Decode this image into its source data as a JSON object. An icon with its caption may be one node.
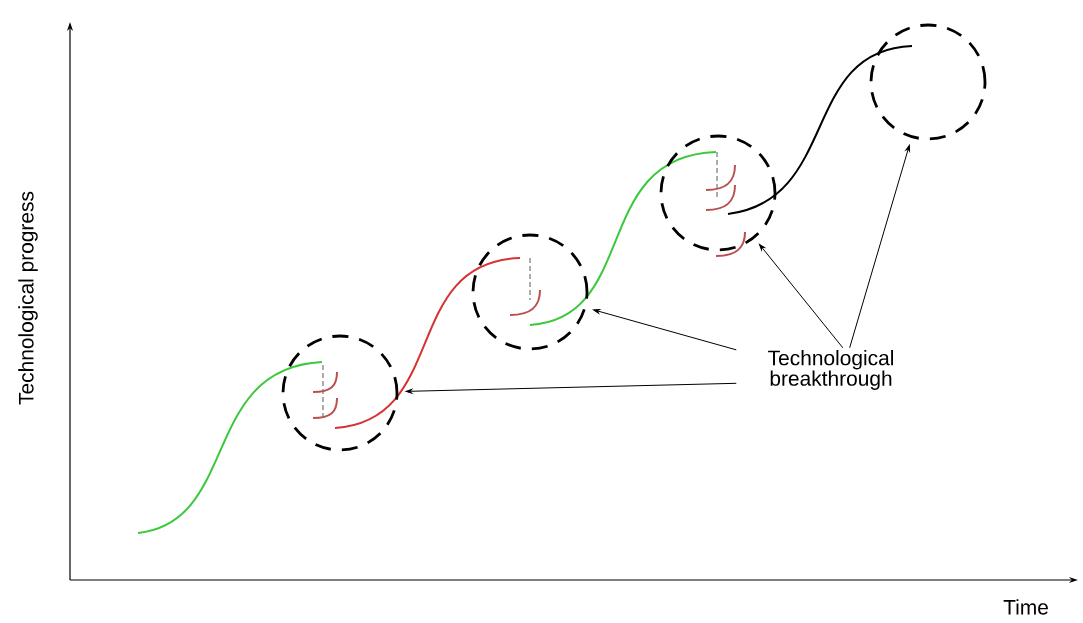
{
  "diagram": {
    "nodes": [
      {
        "text": [
          "Technological breakthrough"
        ]
      },
      {
        "text": [],
        "shape": "circle"
      },
      {
        "text": [],
        "shape": "circle"
      },
      {
        "text": [],
        "shape": "circle"
      },
      {
        "text": [],
        "shape": "circle"
      }
    ],
    "edges": [
      {
        "from": 0,
        "to": 1,
        "arrow": "to"
      },
      {
        "from": 0,
        "to": 2,
        "arrow": "to"
      },
      {
        "from": 0,
        "to": 3,
        "arrow": "to"
      },
      {
        "from": 0,
        "to": 4,
        "arrow": "to"
      }
    ],
    "labels": [
      "Technological progress",
      "Time"
    ]
  }
}
